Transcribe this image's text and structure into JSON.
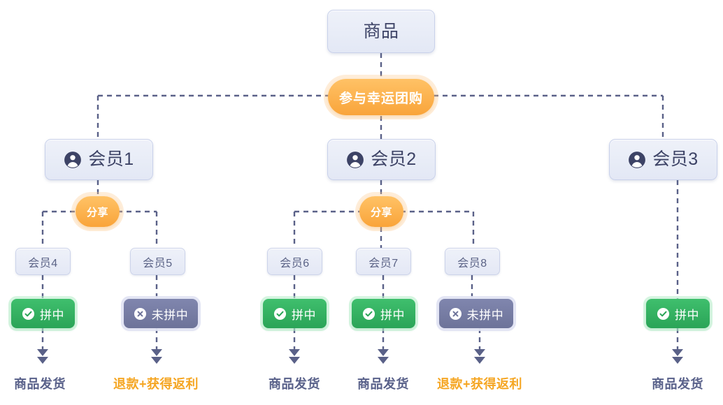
{
  "diagram": {
    "title_node": {
      "label": "商品",
      "icon": "none"
    },
    "action_pill": {
      "label": "参与幸运团购"
    },
    "share_label": "分享",
    "status": {
      "win": {
        "label": "拼中",
        "icon": "check-circle-icon",
        "color": "#2aa457"
      },
      "lose": {
        "label": "未拼中",
        "icon": "x-circle-icon",
        "color": "#6d7399"
      }
    },
    "outcomes": {
      "ship": {
        "label": "商品发货",
        "color": "#59618a"
      },
      "refund": {
        "label": "退款+获得返利",
        "color": "#f5a623"
      }
    },
    "members": [
      {
        "id": "m1",
        "label": "会员1",
        "icon": "person-icon"
      },
      {
        "id": "m2",
        "label": "会员2",
        "icon": "person-icon"
      },
      {
        "id": "m3",
        "label": "会员3",
        "icon": "person-icon"
      },
      {
        "id": "m4",
        "label": "会员4"
      },
      {
        "id": "m5",
        "label": "会员5"
      },
      {
        "id": "m6",
        "label": "会员6"
      },
      {
        "id": "m7",
        "label": "会员7"
      },
      {
        "id": "m8",
        "label": "会员8"
      }
    ],
    "branches": [
      {
        "member": "会员1",
        "shares_to": [
          "会员4",
          "会员5"
        ],
        "results": [
          {
            "member": "会员4",
            "status": "拼中",
            "outcome": "商品发货"
          },
          {
            "member": "会员5",
            "status": "未拼中",
            "outcome": "退款+获得返利"
          }
        ]
      },
      {
        "member": "会员2",
        "shares_to": [
          "会员6",
          "会员7",
          "会员8"
        ],
        "results": [
          {
            "member": "会员6",
            "status": "拼中",
            "outcome": "商品发货"
          },
          {
            "member": "会员7",
            "status": "拼中",
            "outcome": "商品发货"
          },
          {
            "member": "会员8",
            "status": "未拼中",
            "outcome": "退款+获得返利"
          }
        ]
      },
      {
        "member": "会员3",
        "shares_to": [],
        "results": [
          {
            "member": "会员3",
            "status": "拼中",
            "outcome": "商品发货"
          }
        ]
      }
    ],
    "colors": {
      "node_fill": "#e8ecf7",
      "node_border": "#c9d1ea",
      "node_text": "#3d4366",
      "accent_orange": "#f9a43a",
      "success_green": "#2aa457",
      "muted_purple": "#6d7399",
      "wire": "#5a6188"
    }
  }
}
